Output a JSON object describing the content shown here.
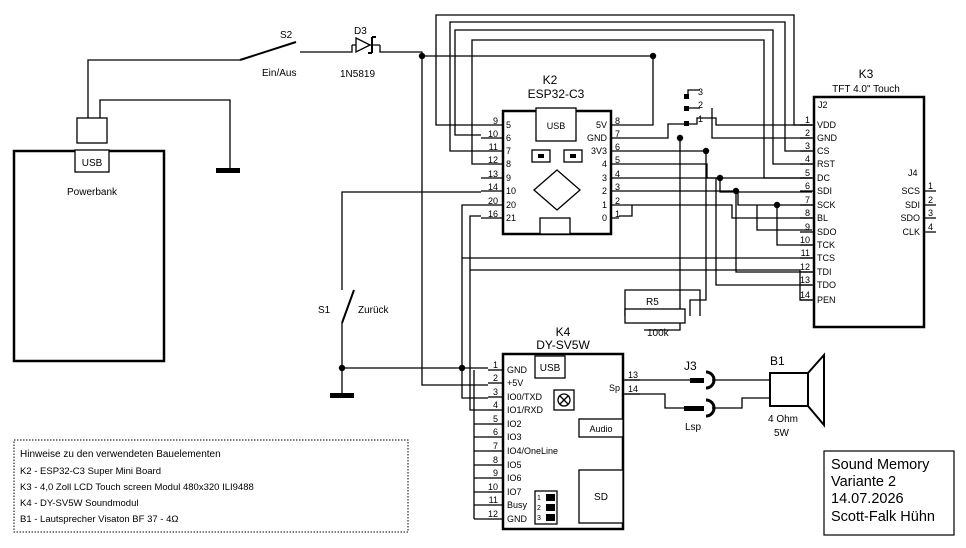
{
  "powerbank": {
    "title": "Powerbank",
    "usb": "USB"
  },
  "switch_s2": {
    "ref": "S2",
    "label": "Ein/Aus"
  },
  "diode_d3": {
    "ref": "D3",
    "part": "1N5819"
  },
  "switch_s1": {
    "ref": "S1",
    "label": "Zurück"
  },
  "k2": {
    "ref": "K2",
    "name": "ESP32-C3",
    "usb": "USB",
    "left_outer": [
      "9",
      "10",
      "11",
      "12",
      "13",
      "14",
      "20",
      "16"
    ],
    "left_inner": [
      "5",
      "6",
      "7",
      "8",
      "9",
      "10",
      "20",
      "21"
    ],
    "right_inner": [
      "5V",
      "GND",
      "3V3",
      "4",
      "3",
      "2",
      "1",
      "0"
    ],
    "right_outer": [
      "8",
      "7",
      "6",
      "5",
      "4",
      "3",
      "2",
      "1"
    ]
  },
  "k3": {
    "ref": "K3",
    "name": "TFT 4.0\" Touch",
    "j2": "J2",
    "j4": "J4",
    "pin_numbers": [
      "1",
      "2",
      "3",
      "4",
      "5",
      "6",
      "7",
      "8",
      "9",
      "10",
      "11",
      "12",
      "13",
      "14"
    ],
    "pin_labels": [
      "VDD",
      "GND",
      "CS",
      "RST",
      "DC",
      "SDI",
      "SCK",
      "BL",
      "SDO",
      "TCK",
      "TCS",
      "TDI",
      "TDO",
      "PEN"
    ],
    "j4_labels": [
      "SCS",
      "SDI",
      "SDO",
      "CLK"
    ],
    "j4_numbers": [
      "1",
      "2",
      "3",
      "4"
    ]
  },
  "jumper": {
    "pins": [
      "3",
      "2",
      "1"
    ]
  },
  "r5": {
    "ref": "R5",
    "value": "100k"
  },
  "k4": {
    "ref": "K4",
    "name": "DY-SV5W",
    "usb": "USB",
    "audio": "Audio",
    "sd": "SD",
    "pin_numbers": [
      "1",
      "2",
      "3",
      "4",
      "5",
      "6",
      "7",
      "8",
      "9",
      "10",
      "11",
      "12"
    ],
    "pin_labels": [
      "GND",
      "+5V",
      "IO0/TXD",
      "IO1/RXD",
      "IO2",
      "IO3",
      "IO4/OneLine",
      "IO5",
      "IO6",
      "IO7",
      "Busy",
      "GND"
    ],
    "sp_label": "Sp",
    "sp_pins": [
      "13",
      "14"
    ],
    "dip": [
      "1",
      "2",
      "3"
    ]
  },
  "j3": {
    "ref": "J3"
  },
  "lsp": {
    "ref": "Lsp"
  },
  "b1": {
    "ref": "B1",
    "impedance": "4 Ohm",
    "power": "5W"
  },
  "notes": {
    "title": "Hinweise zu den verwendeten Bauelementen",
    "lines": [
      "K2 - ESP32-C3 Super Mini Board",
      "K3 - 4,0 Zoll LCD Touch screen Modul 480x320 ILI9488",
      "K4 - DY-SV5W Soundmodul",
      "B1 - Lautsprecher Visaton BF 37 - 4Ω"
    ]
  },
  "title_block": {
    "line1": "Sound Memory",
    "line2": "Variante 2",
    "line3": "14.07.2026",
    "line4": "Scott-Falk Hühn"
  }
}
